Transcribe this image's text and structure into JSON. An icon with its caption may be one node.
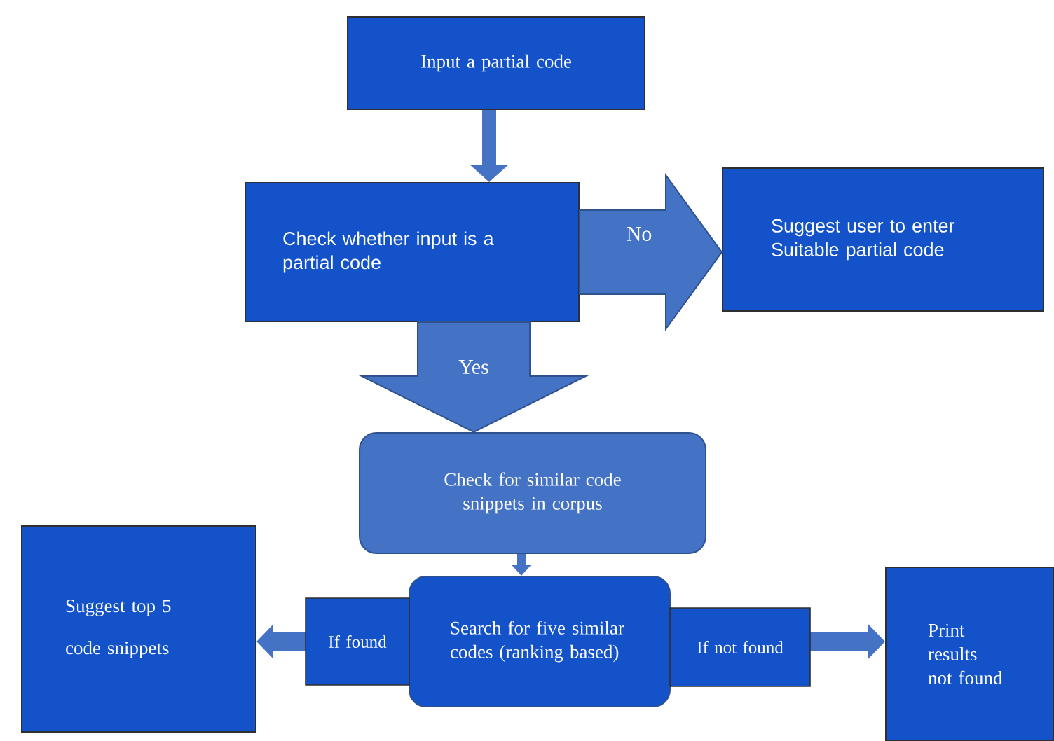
{
  "diagram": {
    "nodes": [
      {
        "text": [
          "Input a partial code"
        ]
      },
      {
        "text": [
          "Check whether input is a partial code"
        ]
      },
      {
        "text": [
          "Suggest user to enter Suitable partial code"
        ]
      },
      {
        "text": [
          "Check for similar code snippets in corpus"
        ]
      },
      {
        "text": [
          "Search for five similar codes (ranking based)"
        ]
      },
      {
        "text": [
          "Suggest top 5 code snippets"
        ]
      },
      {
        "text": [
          "Print results not found"
        ]
      }
    ],
    "edges": [
      {
        "from": 0,
        "to": 1,
        "arrow": "to"
      },
      {
        "from": 1,
        "to": 2,
        "arrow": "to",
        "label": "No",
        "style": "thick"
      },
      {
        "from": 1,
        "to": 3,
        "arrow": "to",
        "label": "Yes",
        "style": "thick"
      },
      {
        "from": 3,
        "to": 4,
        "arrow": "to"
      },
      {
        "from": 4,
        "to": 5,
        "arrow": "to",
        "label": "If found"
      },
      {
        "from": 4,
        "to": 6,
        "arrow": "to",
        "label": "If not found"
      }
    ]
  }
}
